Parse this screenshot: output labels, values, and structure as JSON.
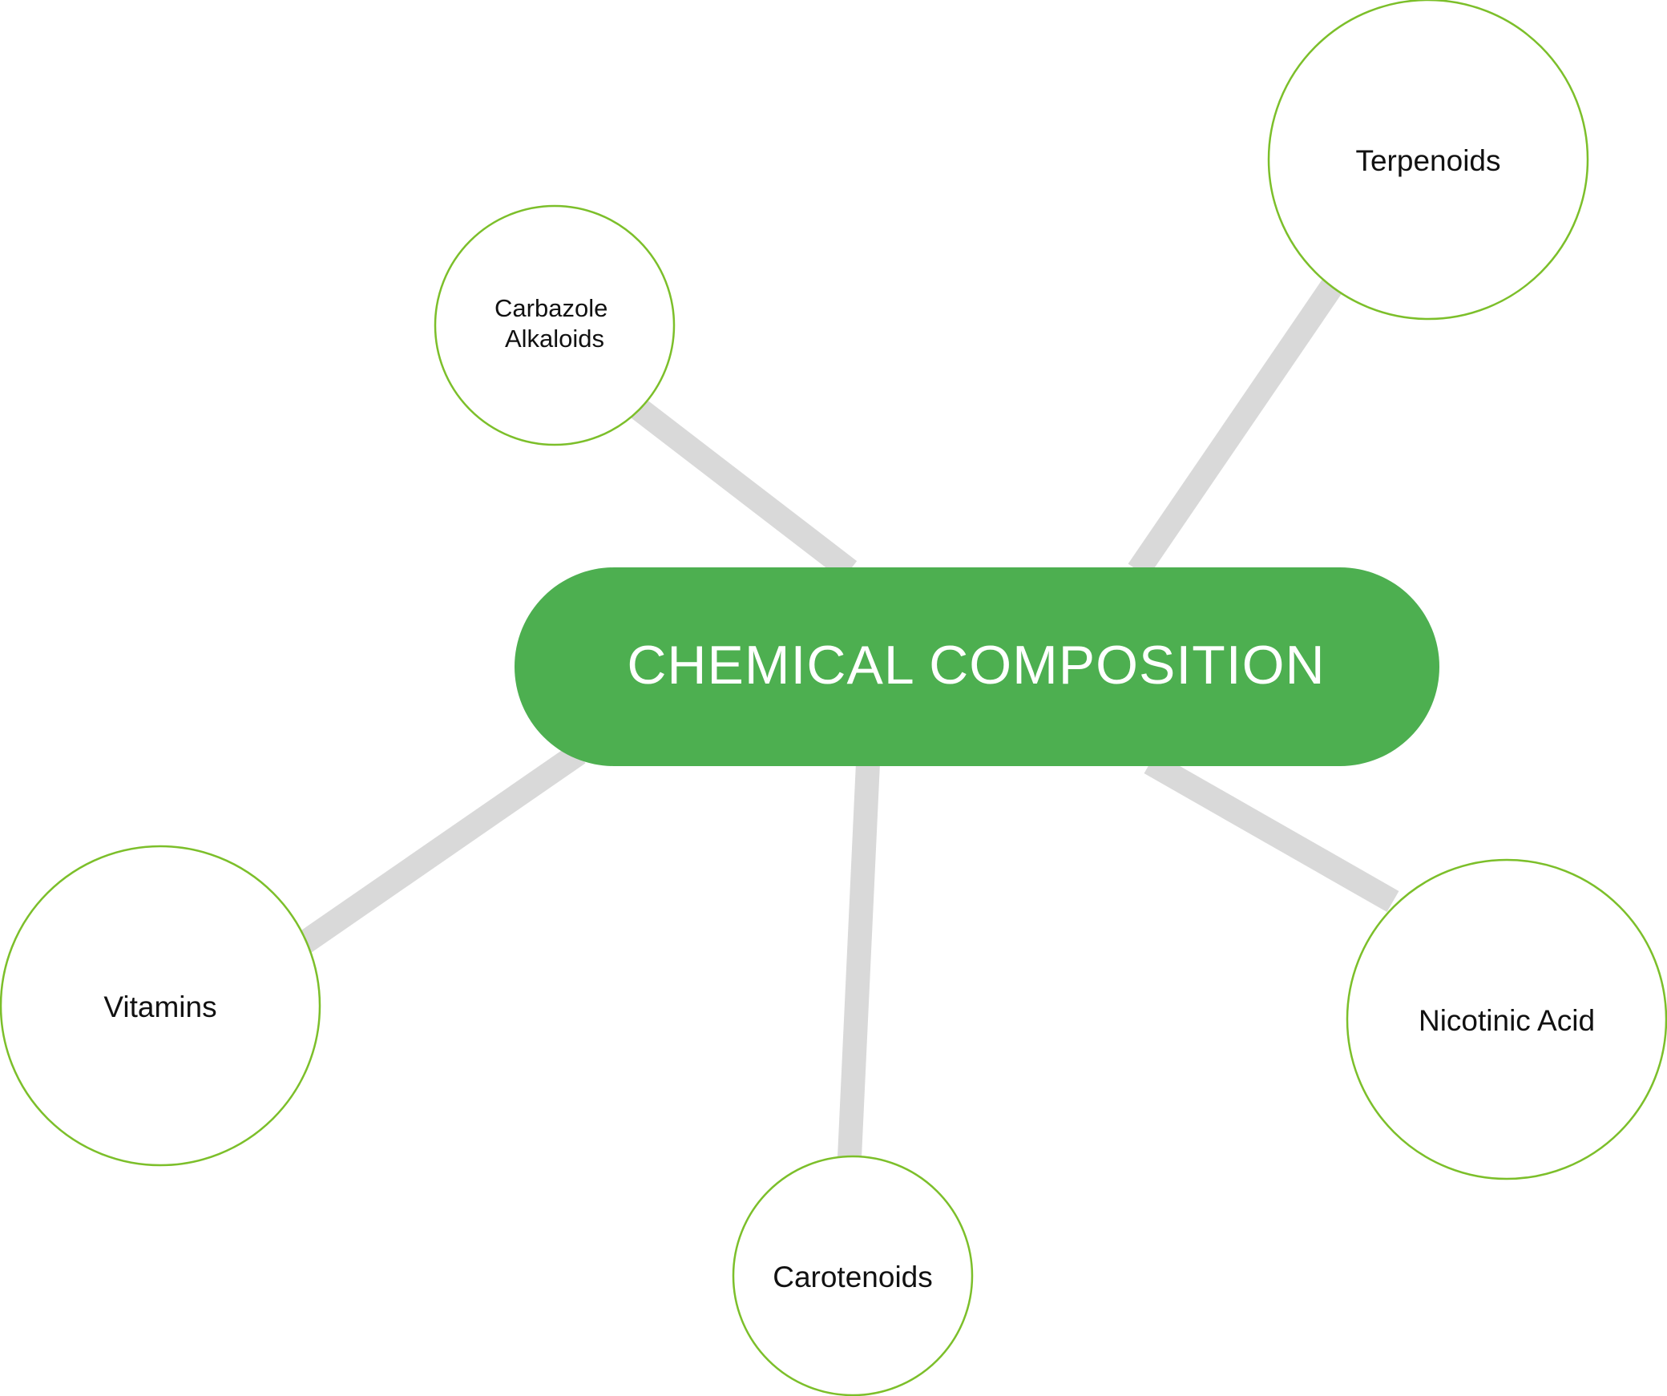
{
  "hub": {
    "label": "CHEMICAL COMPOSITION",
    "color": "#4daf50",
    "text_color": "#ffffff"
  },
  "connector_color": "#d9d9d9",
  "node_border_color": "#7cbf2a",
  "nodes": [
    {
      "id": "carbazole-alkaloids",
      "lines": [
        "Carbazole",
        "Alkaloids"
      ]
    },
    {
      "id": "terpenoids",
      "lines": [
        "Terpenoids"
      ]
    },
    {
      "id": "vitamins",
      "lines": [
        "Vitamins"
      ]
    },
    {
      "id": "carotenoids",
      "lines": [
        "Carotenoids"
      ]
    },
    {
      "id": "nicotinic-acid",
      "lines": [
        "Nicotinic Acid"
      ]
    }
  ]
}
